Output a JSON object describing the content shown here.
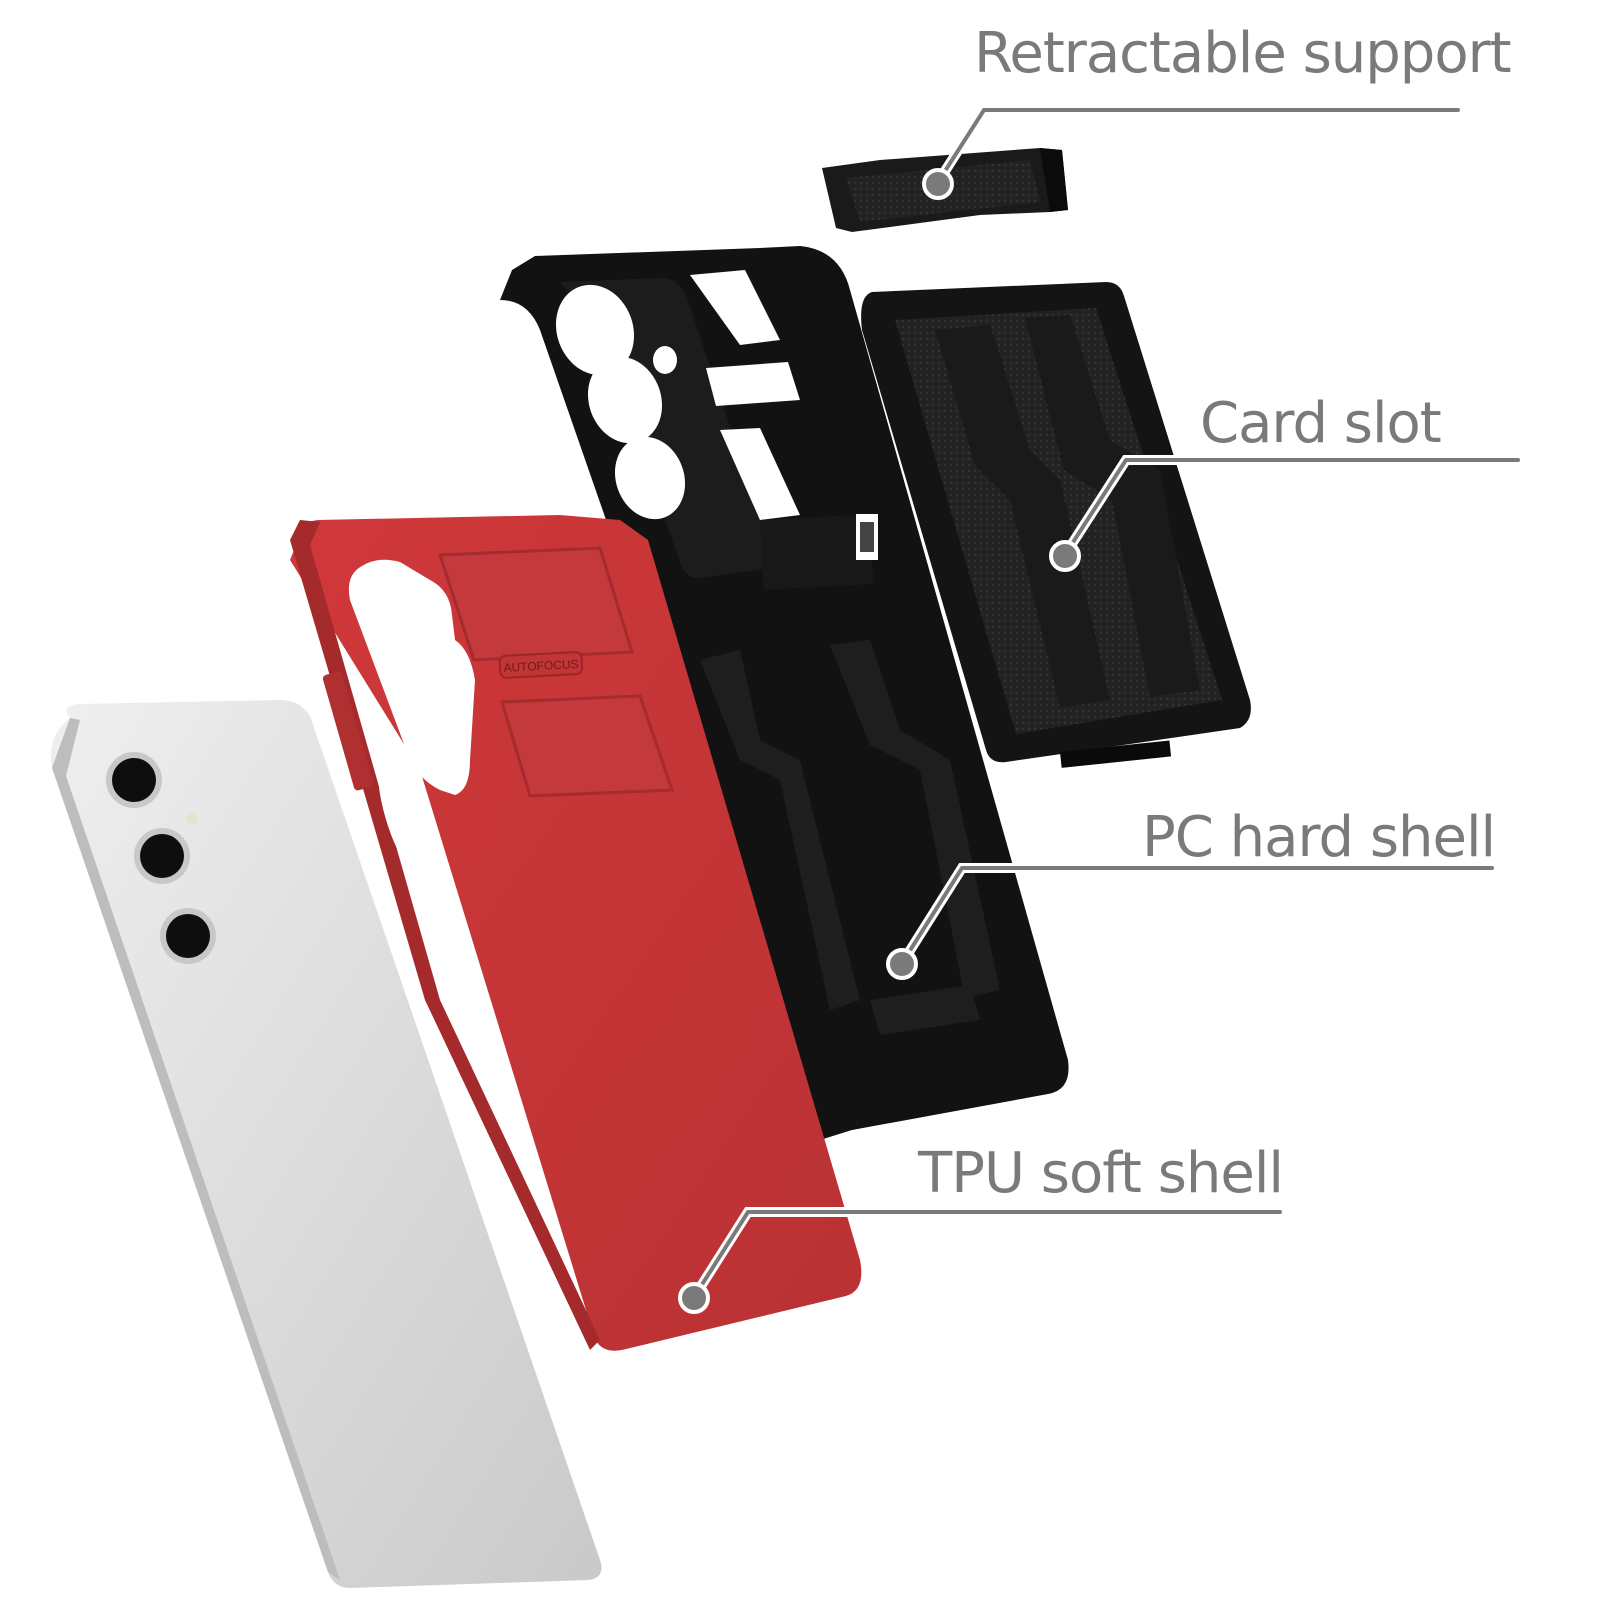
{
  "figure": {
    "type": "exploded-product-view",
    "subject": "phone case components",
    "colors": {
      "background": "#ffffff",
      "label_text": "#7a7a7a",
      "leader_line": "#7a7a7a",
      "tpu_shell": "#c2383a",
      "pc_shell": "#111111",
      "card_slot": "#1c1c1c",
      "phone_body": "#dcdcdc"
    }
  },
  "callouts": [
    {
      "id": "retractable-support",
      "label": "Retractable support"
    },
    {
      "id": "card-slot",
      "label": "Card slot"
    },
    {
      "id": "pc-hard-shell",
      "label": "PC hard shell"
    },
    {
      "id": "tpu-soft-shell",
      "label": "TPU soft shell"
    }
  ],
  "tpu_shell": {
    "emboss_text": "AUTOFOCUS"
  }
}
